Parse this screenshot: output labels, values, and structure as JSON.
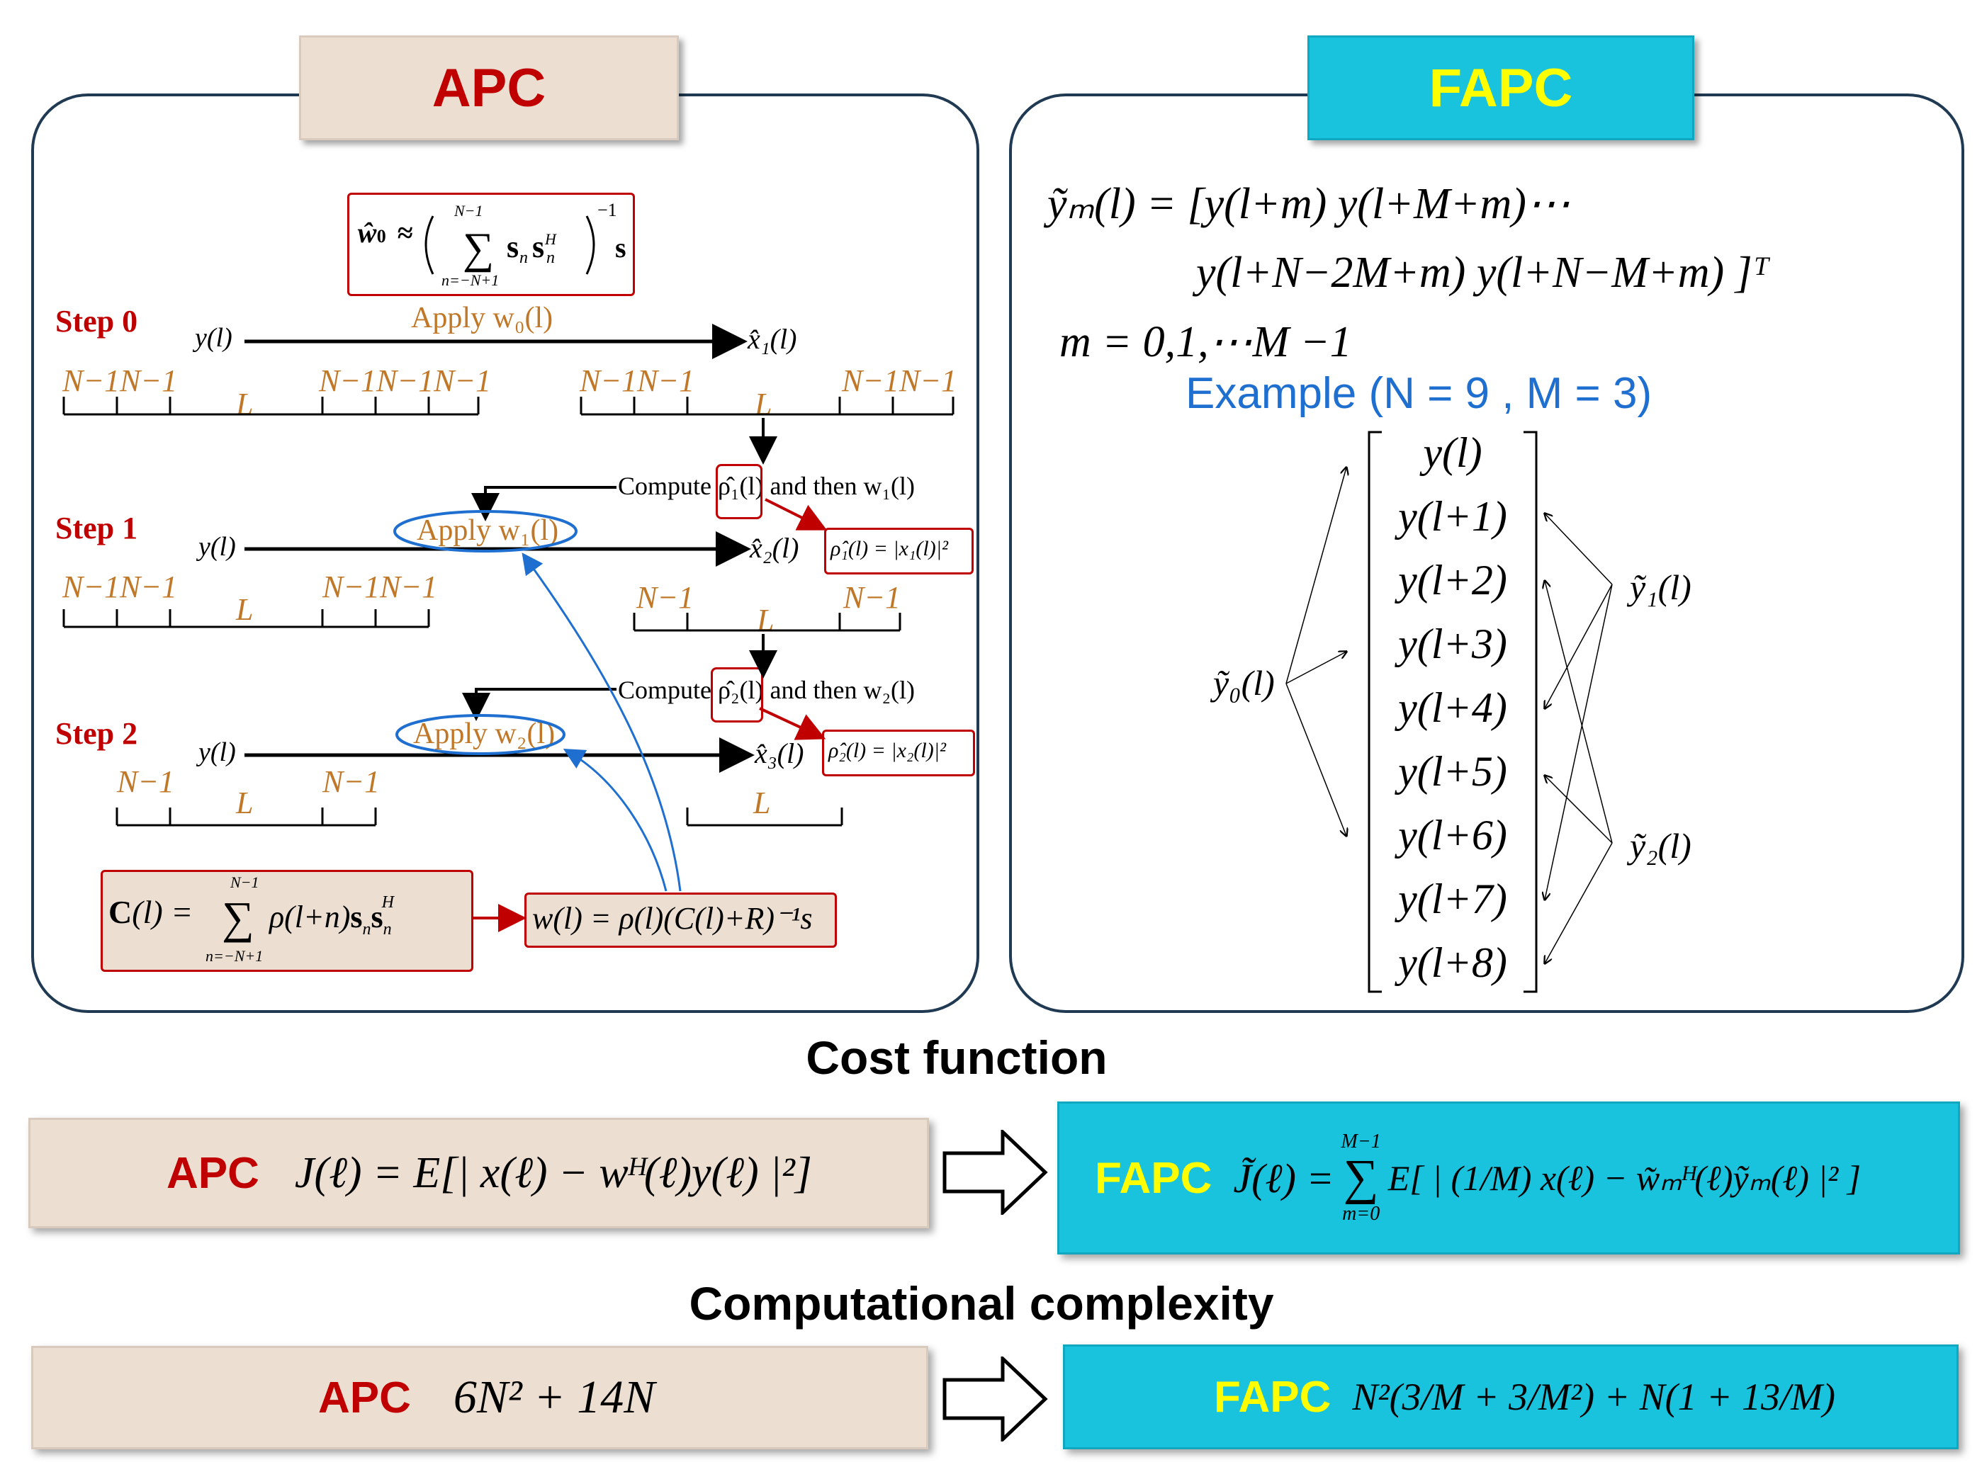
{
  "apc_panel": {
    "title": "APC",
    "w0_eq": "ŵ₀ ≈ ( Σ sₙsₙᴴ )⁻¹ s",
    "w0_sum_top": "N−1",
    "w0_sum_bottom": "n=−N+1",
    "steps": [
      {
        "label": "Step 0",
        "input": "y(l)",
        "apply": "Apply w₀(l)",
        "output": "x̂₁(l)"
      },
      {
        "label": "Step 1",
        "input": "y(l)",
        "apply": "Apply w₁(l)",
        "output": "x̂₂(l)"
      },
      {
        "label": "Step 2",
        "input": "y(l)",
        "apply": "Apply w₂(l)",
        "output": "x̂₃(l)"
      }
    ],
    "compute1": "Compute ρ̂₁(l) and then w₁(l)",
    "compute2": "Compute ρ̂₂(l) and then w₂(l)",
    "rho1": "ρ̂₁(l) = |x₁(l)|²",
    "rho2": "ρ̂₂(l) = |x₂(l)|²",
    "seg_labels": {
      "nm1": "N−1",
      "nm1x2": "N−1N−1",
      "nm1x3": "N−1N−1N−1",
      "L": "L"
    },
    "c_eq": "C(l) = Σ ρ(l+n)sₙsₙᴴ",
    "c_sum_top": "N−1",
    "c_sum_bottom": "n=−N+1",
    "w_eq": "w(l) = ρ(l)(C(l)+R)⁻¹s"
  },
  "fapc_panel": {
    "title": "FAPC",
    "line1": "ỹₘ(l) = [y(l+m) y(l+M+m)⋯",
    "line2": "y(l+N−2M+m) y(l+N−M+m) ]ᵀ",
    "line3": "m = 0,1,⋯M −1",
    "example": "Example (N = 9 , M = 3)",
    "matrix": [
      "y(l)",
      "y(l+1)",
      "y(l+2)",
      "y(l+3)",
      "y(l+4)",
      "y(l+5)",
      "y(l+6)",
      "y(l+7)",
      "y(l+8)"
    ],
    "y0": "ỹ₀(l)",
    "y1": "ỹ₁(l)",
    "y2": "ỹ₂(l)"
  },
  "cost": {
    "heading": "Cost function",
    "apc_label": "APC",
    "apc_eq": "J(ℓ) = E[| x(ℓ) − wᴴ(ℓ)y(ℓ) |²]",
    "fapc_label": "FAPC",
    "fapc_eq_left": "J̃(ℓ) =",
    "fapc_sum_top": "M−1",
    "fapc_sum_bottom": "m=0",
    "fapc_eq_right": "E[ | (1/M) x(ℓ) − w̃ₘᴴ(ℓ)ỹₘ(ℓ) |² ]"
  },
  "complexity": {
    "heading": "Computational complexity",
    "apc_label": "APC",
    "apc_eq": "6N² + 14N",
    "fapc_label": "FAPC",
    "fapc_eq": "N²(3/M + 3/M²) + N(1 + 13/M)"
  },
  "colors": {
    "apc_fill": "#ecdfd2",
    "fapc_fill": "#19c3dd",
    "red": "#c00000",
    "yellow": "#ffff00",
    "orange": "#c07828",
    "blue": "#1e6fd0"
  }
}
